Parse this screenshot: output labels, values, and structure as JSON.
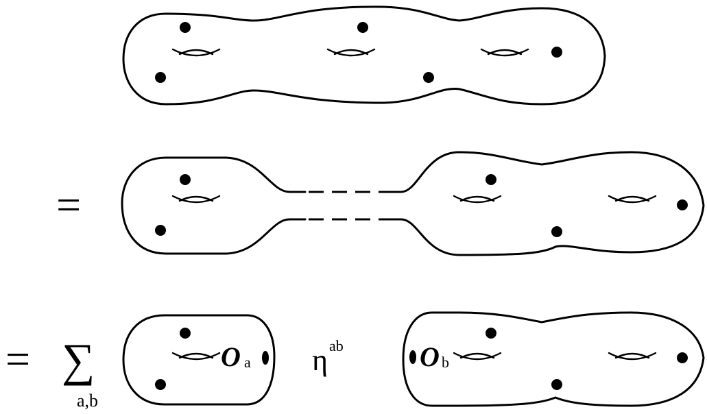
{
  "equations": {
    "equals_1": "=",
    "equals_2": "=",
    "sum_symbol": "∑",
    "sum_index": "a,b",
    "op_a_letter": "O",
    "op_a_sub": "a",
    "op_b_letter": "O",
    "op_b_sub": "b",
    "eta_symbol": "η",
    "eta_super": "ab"
  },
  "colors": {
    "ink": "#000000",
    "background": "#ffffff"
  }
}
